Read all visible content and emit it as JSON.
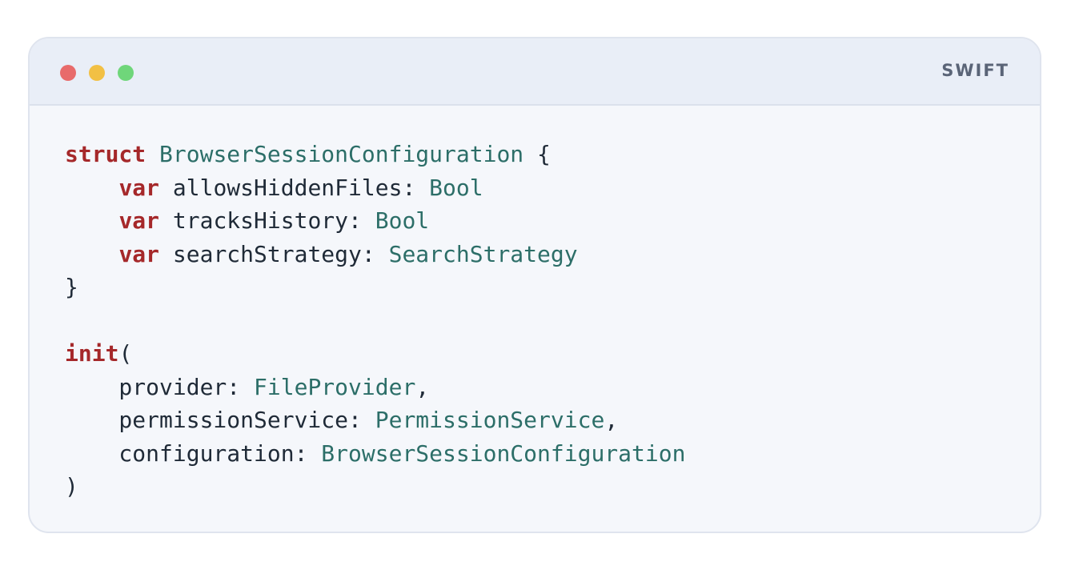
{
  "window": {
    "language_label": "SWIFT",
    "controls": [
      {
        "name": "close",
        "color": "#e86b6b"
      },
      {
        "name": "minimize",
        "color": "#f2c044"
      },
      {
        "name": "zoom",
        "color": "#6fd67a"
      }
    ]
  },
  "theme": {
    "keyword": "#a5282a",
    "type": "#2c6e68",
    "plain": "#1f2a37"
  },
  "code": {
    "lines": [
      [
        {
          "t": "struct",
          "k": "keyword"
        },
        {
          "t": " ",
          "k": "plain"
        },
        {
          "t": "BrowserSessionConfiguration",
          "k": "type"
        },
        {
          "t": " {",
          "k": "plain"
        }
      ],
      [
        {
          "t": "    ",
          "k": "plain"
        },
        {
          "t": "var",
          "k": "keyword"
        },
        {
          "t": " allowsHiddenFiles: ",
          "k": "plain"
        },
        {
          "t": "Bool",
          "k": "type"
        }
      ],
      [
        {
          "t": "    ",
          "k": "plain"
        },
        {
          "t": "var",
          "k": "keyword"
        },
        {
          "t": " tracksHistory: ",
          "k": "plain"
        },
        {
          "t": "Bool",
          "k": "type"
        }
      ],
      [
        {
          "t": "    ",
          "k": "plain"
        },
        {
          "t": "var",
          "k": "keyword"
        },
        {
          "t": " searchStrategy: ",
          "k": "plain"
        },
        {
          "t": "SearchStrategy",
          "k": "type"
        }
      ],
      [
        {
          "t": "}",
          "k": "plain"
        }
      ],
      [],
      [
        {
          "t": "init",
          "k": "keyword"
        },
        {
          "t": "(",
          "k": "plain"
        }
      ],
      [
        {
          "t": "    provider: ",
          "k": "plain"
        },
        {
          "t": "FileProvider",
          "k": "type"
        },
        {
          "t": ",",
          "k": "plain"
        }
      ],
      [
        {
          "t": "    permissionService: ",
          "k": "plain"
        },
        {
          "t": "PermissionService",
          "k": "type"
        },
        {
          "t": ",",
          "k": "plain"
        }
      ],
      [
        {
          "t": "    configuration: ",
          "k": "plain"
        },
        {
          "t": "BrowserSessionConfiguration",
          "k": "type"
        }
      ],
      [
        {
          "t": ")",
          "k": "plain"
        }
      ]
    ]
  }
}
